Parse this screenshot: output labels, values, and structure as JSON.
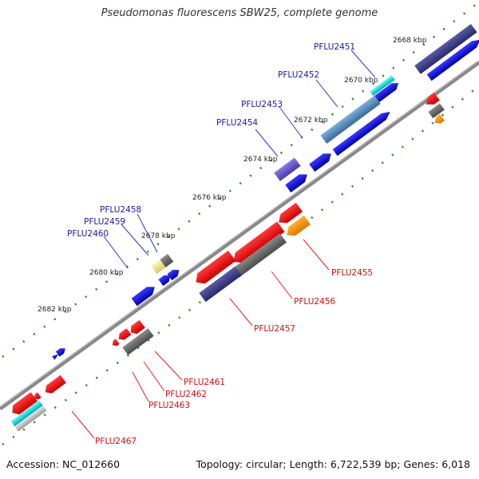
{
  "title": "Pseudomonas fluorescens SBW25, complete genome",
  "footer": {
    "accession": "Accession: NC_012660",
    "summary": "Topology: circular; Length: 6,722,539 bp; Genes: 6,018"
  },
  "tick_labels": [
    "2668 kbp",
    "2670 kbp",
    "2672 kbp",
    "2674 kbp",
    "2676 kbp",
    "2678 kbp",
    "2680 kbp",
    "2682 kbp"
  ],
  "genes_top": [
    "PFLU2451",
    "PFLU2452",
    "PFLU2453",
    "PFLU2454",
    "PFLU2458",
    "PFLU2459",
    "PFLU2460"
  ],
  "genes_bottom": [
    "PFLU2455",
    "PFLU2456",
    "PFLU2457",
    "PFLU2461",
    "PFLU2462",
    "PFLU2463",
    "PFLU2467"
  ],
  "colors": {
    "forward_gene": "#0b0bdd",
    "reverse_gene": "#ee1111",
    "forward_label": "#1a1aaa",
    "reverse_label": "#cc1111",
    "backbone": "#888888",
    "tick_marks": "#2e7d2e"
  }
}
